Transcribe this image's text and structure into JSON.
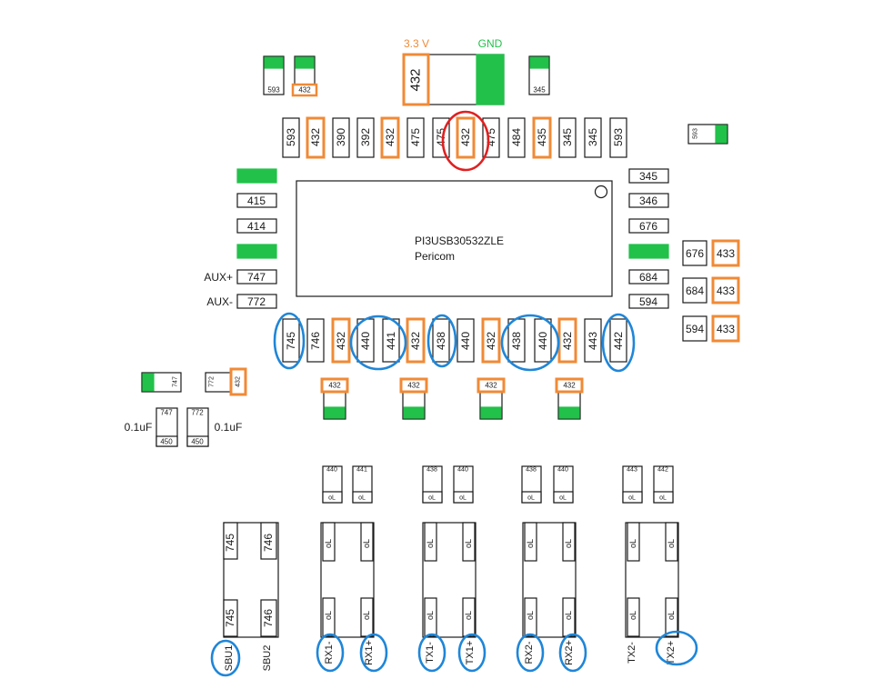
{
  "colors": {
    "outline": "#1a1a1a",
    "orange": "#f08a36",
    "green": "#22c14a",
    "red": "#e02020",
    "blue": "#1f86d8",
    "power_label": "#f08a36",
    "gnd_label": "#22c14a"
  },
  "power": {
    "vcc_label": "3.3 V",
    "gnd_label": "GND",
    "reg_value": "432"
  },
  "top_small": {
    "left1": "593",
    "left2": "432",
    "right1": "345",
    "side": "593"
  },
  "top_row": [
    "593",
    "432",
    "390",
    "392",
    "432",
    "475",
    "475",
    "432",
    "475",
    "484",
    "435",
    "345",
    "345",
    "593"
  ],
  "chip": {
    "part": "PI3USB30532ZLE",
    "maker": "Pericom"
  },
  "left_pins": [
    "",
    "415",
    "414",
    "",
    "747",
    "772"
  ],
  "aux_labels": {
    "aux_plus": "AUX+",
    "aux_minus": "AUX-"
  },
  "right_pins": [
    "345",
    "346",
    "676",
    "",
    "684",
    "594"
  ],
  "right_pairs": [
    {
      "a": "676",
      "b": "433"
    },
    {
      "a": "684",
      "b": "433"
    },
    {
      "a": "594",
      "b": "433"
    }
  ],
  "bottom_row": [
    "745",
    "746",
    "432",
    "440",
    "441",
    "432",
    "438",
    "440",
    "432",
    "438",
    "440",
    "432",
    "443",
    "442"
  ],
  "small_caps": [
    "432",
    "432",
    "432",
    "432"
  ],
  "left_misc": {
    "comp1": "747",
    "comp2_left": "772",
    "comp2_right": "432"
  },
  "caps": [
    {
      "top": "747",
      "bottom": "450"
    },
    {
      "top": "772",
      "bottom": "450"
    }
  ],
  "cap_label": "0.1uF",
  "pairs": [
    {
      "top": "440",
      "bottom": "oL"
    },
    {
      "top": "441",
      "bottom": "oL"
    },
    {
      "top": "438",
      "bottom": "oL"
    },
    {
      "top": "440",
      "bottom": "oL"
    },
    {
      "top": "438",
      "bottom": "oL"
    },
    {
      "top": "440",
      "bottom": "oL"
    },
    {
      "top": "443",
      "bottom": "oL"
    },
    {
      "top": "442",
      "bottom": "oL"
    }
  ],
  "sbu_box": {
    "pin1": "745",
    "pin2": "746",
    "pin3": "745",
    "pin4": "746",
    "label1": "SBU1",
    "label2": "SBU2"
  },
  "conn_pin": "oL",
  "conn_labels": [
    "RX1-",
    "RX1+",
    "TX1-",
    "TX1+",
    "RX2-",
    "RX2+",
    "TX2-",
    "TX2+"
  ]
}
